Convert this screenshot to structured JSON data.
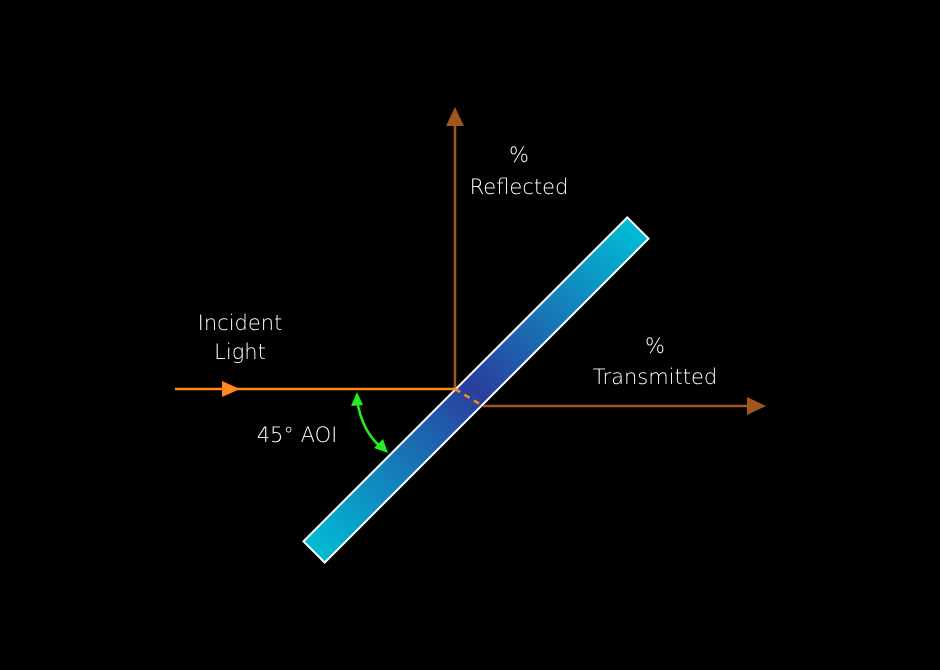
{
  "labels": {
    "reflected_pct": "%",
    "reflected": "Reflected",
    "transmitted_pct": "%",
    "transmitted": "Transmitted",
    "incident_line1": "Incident",
    "incident_line2": "Light",
    "aoi": "45° AOI"
  },
  "colors": {
    "incident": "#ff8a1a",
    "reflected": "#a0561c",
    "transmitted": "#a0561c",
    "aoi_arrow": "#22ee22",
    "plate_edge": "#00b8d4",
    "plate_center": "#2a3e9e"
  }
}
